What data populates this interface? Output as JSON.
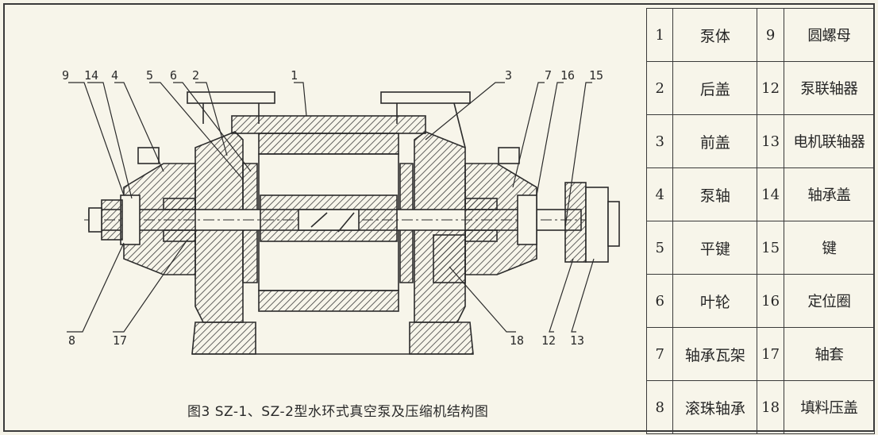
{
  "caption": "图3 SZ-1、SZ-2型水环式真空泵及压缩机结构图",
  "colors": {
    "line": "#2b2b2b",
    "hatch": "#3c3c3c",
    "background": "#f7f5ea"
  },
  "callouts": [
    "9",
    "14",
    "4",
    "5",
    "6",
    "2",
    "1",
    "3",
    "7",
    "16",
    "15",
    "8",
    "17",
    "18",
    "12",
    "13"
  ],
  "legend": [
    {
      "num": "1",
      "name": "泵体",
      "num2": "9",
      "name2": "圆螺母"
    },
    {
      "num": "2",
      "name": "后盖",
      "num2": "12",
      "name2": "泵联轴器"
    },
    {
      "num": "3",
      "name": "前盖",
      "num2": "13",
      "name2": "电机联轴器"
    },
    {
      "num": "4",
      "name": "泵轴",
      "num2": "14",
      "name2": "轴承盖"
    },
    {
      "num": "5",
      "name": "平键",
      "num2": "15",
      "name2": "键"
    },
    {
      "num": "6",
      "name": "叶轮",
      "num2": "16",
      "name2": "定位圈"
    },
    {
      "num": "7",
      "name": "轴承瓦架",
      "num2": "17",
      "name2": "轴套"
    },
    {
      "num": "8",
      "name": "滚珠轴承",
      "num2": "18",
      "name2": "填料压盖"
    }
  ]
}
